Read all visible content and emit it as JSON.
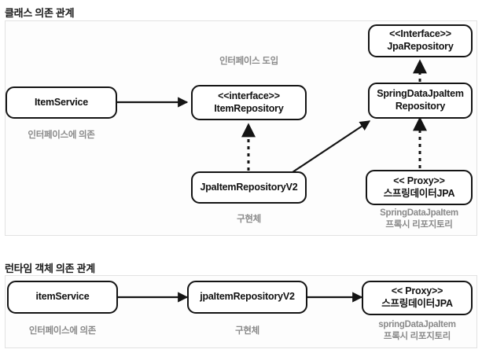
{
  "sections": [
    {
      "id": "class-dependency",
      "title": "클래스 의존 관계",
      "nodes": [
        {
          "name": "item-service",
          "text": "ItemService"
        },
        {
          "name": "item-repository-interface",
          "text": "<<interface>>\nItemRepository"
        },
        {
          "name": "jpa-repository-interface",
          "text": "<<Interface>>\nJpaRepository"
        },
        {
          "name": "spring-data-jpa-item-repository",
          "text": "SpringDataJpaItem\nRepository"
        },
        {
          "name": "jpa-item-repository-v2",
          "text": "JpaItemRepositoryV2"
        },
        {
          "name": "spring-data-jpa-proxy",
          "text": "<< Proxy>>\n스프링데이터JPA"
        }
      ],
      "captions": [
        {
          "name": "caption-interface-dependency",
          "text": "인터페이스에 의존"
        },
        {
          "name": "caption-interface-introduction",
          "text": "인터페이스 도입"
        },
        {
          "name": "caption-implementation",
          "text": "구현체"
        },
        {
          "name": "caption-proxy-repository",
          "text": "SpringDataJpaItem\n프록시 리포지토리"
        }
      ]
    },
    {
      "id": "runtime-object-dependency",
      "title": "런타임 객체 의존 관계",
      "nodes": [
        {
          "name": "item-service-instance",
          "text": "itemService"
        },
        {
          "name": "jpa-item-repository-v2-instance",
          "text": "jpaItemRepositoryV2"
        },
        {
          "name": "spring-data-jpa-proxy-instance",
          "text": "<< Proxy>>\n스프링데이터JPA"
        }
      ],
      "captions": [
        {
          "name": "caption-interface-dependency-runtime",
          "text": "인터페이스에 의존"
        },
        {
          "name": "caption-implementation-runtime",
          "text": "구현체"
        },
        {
          "name": "caption-proxy-repository-runtime",
          "text": "springDataJpaItem\n프록시 리포지토리"
        }
      ]
    }
  ],
  "colors": {
    "stroke": "#141414",
    "caption": "#8a8a8a",
    "panel_border": "#e2e2e2",
    "panel_bg": "#fdfdfd"
  }
}
